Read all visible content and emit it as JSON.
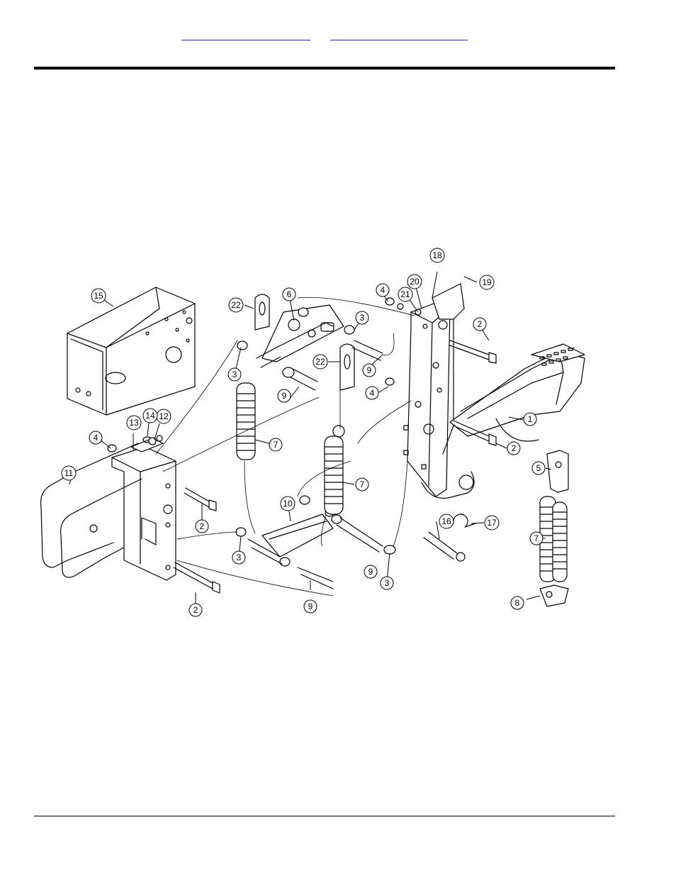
{
  "header": {
    "links": [
      "",
      ""
    ]
  },
  "diagram": {
    "callouts": [
      "1",
      "2",
      "3",
      "4",
      "5",
      "6",
      "7",
      "8",
      "9",
      "10",
      "11",
      "12",
      "13",
      "14",
      "15",
      "16",
      "17",
      "18",
      "19",
      "20",
      "21",
      "22"
    ]
  }
}
